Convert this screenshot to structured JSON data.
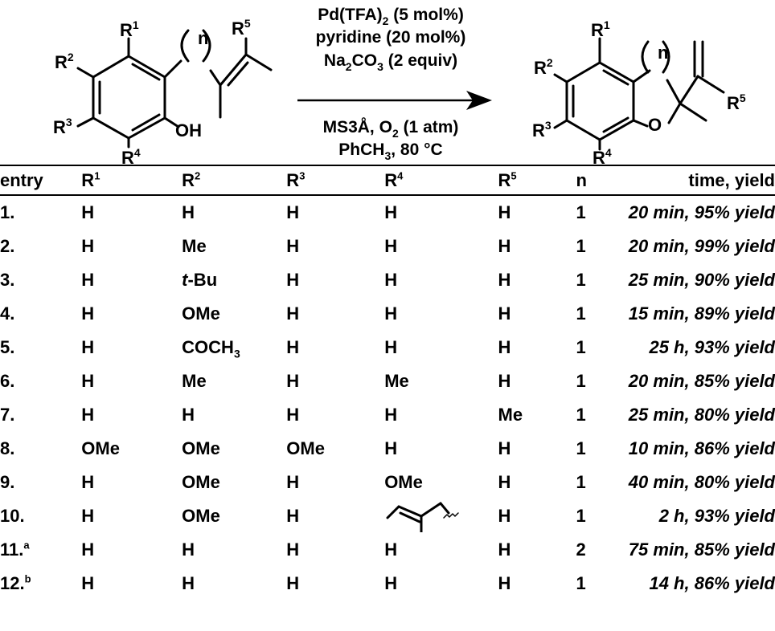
{
  "scheme": {
    "sm": {
      "r1": "R",
      "r2": "R",
      "r3": "R",
      "r4": "R",
      "r5": "R",
      "n": "n",
      "oh": "OH",
      "sup1": "1",
      "sup2": "2",
      "sup3": "3",
      "sup4": "4",
      "sup5": "5"
    },
    "conditions": {
      "line1": "Pd(TFA)",
      "line1_sub": "2",
      "line1_tail": " (5 mol%)",
      "line2": "pyridine (20 mol%)",
      "line3": "Na",
      "line3_sub": "2",
      "line3_tail": "CO",
      "line3_sub2": "3",
      "line3_tail2": " (2 equiv)",
      "line4": "MS3Å, O",
      "line4_sub": "2",
      "line4_tail": " (1 atm)",
      "line5": "PhCH",
      "line5_sub": "3",
      "line5_tail": ", 80 °C"
    },
    "product": {
      "r1": "R",
      "r2": "R",
      "r3": "R",
      "r4": "R",
      "r5": "R",
      "n": "n",
      "o": "O",
      "sup1": "1",
      "sup2": "2",
      "sup3": "3",
      "sup4": "4",
      "sup5": "5"
    }
  },
  "table": {
    "headers": {
      "entry": "entry",
      "r1": "R",
      "r1_sup": "1",
      "r2": "R",
      "r2_sup": "2",
      "r3": "R",
      "r3_sup": "3",
      "r4": "R",
      "r4_sup": "4",
      "r5": "R",
      "r5_sup": "5",
      "n": "n",
      "time": "time, yield"
    },
    "rows": [
      {
        "entry": "1.",
        "r1": "H",
        "r2": "H",
        "r3": "H",
        "r4": "H",
        "r5": "H",
        "n": "1",
        "time": "20 min, 95% yield"
      },
      {
        "entry": "2.",
        "r1": "H",
        "r2": "Me",
        "r3": "H",
        "r4": "H",
        "r5": "H",
        "n": "1",
        "time": "20 min, 99% yield"
      },
      {
        "entry": "3.",
        "r1": "H",
        "r2_it": "t",
        "r2": "-Bu",
        "r3": "H",
        "r4": "H",
        "r5": "H",
        "n": "1",
        "time": "25 min, 90% yield"
      },
      {
        "entry": "4.",
        "r1": "H",
        "r2": "OMe",
        "r3": "H",
        "r4": "H",
        "r5": "H",
        "n": "1",
        "time": "15 min, 89% yield"
      },
      {
        "entry": "5.",
        "r1": "H",
        "r2": "COCH",
        "r2_sub": "3",
        "r3": "H",
        "r4": "H",
        "r5": "H",
        "n": "1",
        "time": "25 h, 93% yield"
      },
      {
        "entry": "6.",
        "r1": "H",
        "r2": "Me",
        "r3": "H",
        "r4": "Me",
        "r5": "H",
        "n": "1",
        "time": "20 min, 85% yield"
      },
      {
        "entry": "7.",
        "r1": "H",
        "r2": "H",
        "r3": "H",
        "r4": "H",
        "r5": "Me",
        "n": "1",
        "time": "25 min, 80% yield"
      },
      {
        "entry": "8.",
        "r1": "OMe",
        "r2": "OMe",
        "r3": "OMe",
        "r4": "H",
        "r5": "H",
        "n": "1",
        "time": "10 min, 86% yield"
      },
      {
        "entry": "9.",
        "r1": "H",
        "r2": "OMe",
        "r3": "H",
        "r4": "OMe",
        "r5": "H",
        "n": "1",
        "time": "40 min, 80% yield"
      },
      {
        "entry": "10.",
        "r1": "H",
        "r2": "OMe",
        "r3": "H",
        "r4": "",
        "r5": "H",
        "n": "1",
        "time": "2 h, 93% yield"
      },
      {
        "entry": "11.",
        "entry_sup": "a",
        "r1": "H",
        "r2": "H",
        "r3": "H",
        "r4": "H",
        "r5": "H",
        "n": "2",
        "time": "75 min, 85% yield"
      },
      {
        "entry": "12.",
        "entry_sup": "b",
        "r1": "H",
        "r2": "H",
        "r3": "H",
        "r4": "H",
        "r5": "H",
        "n": "1",
        "time": "14 h, 86% yield"
      }
    ]
  }
}
